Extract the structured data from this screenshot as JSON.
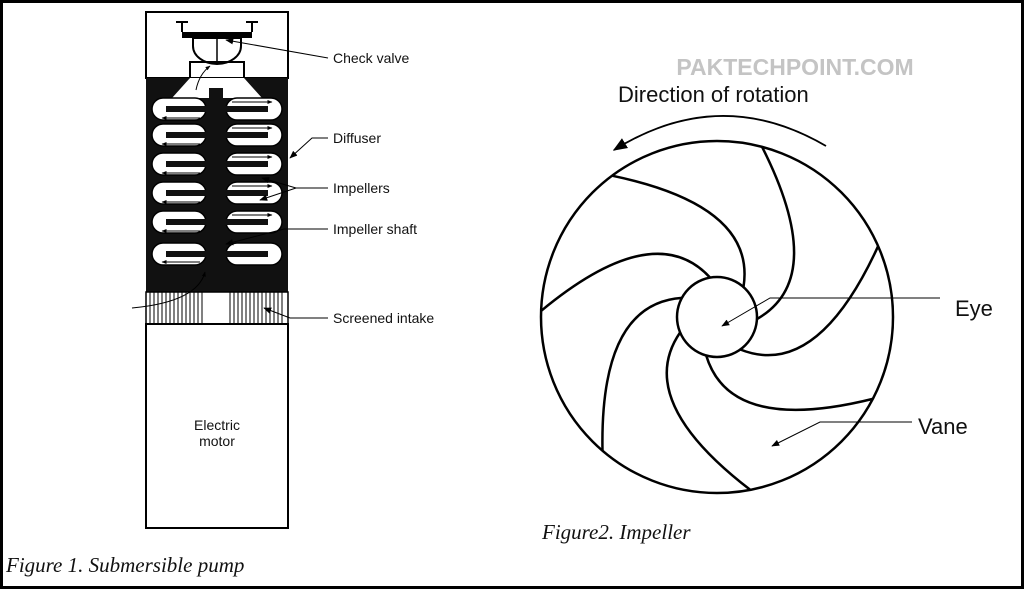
{
  "watermark": "PAKTECHPOINT.COM",
  "figure1": {
    "caption": "Figure 1. Submersible pump",
    "labels": {
      "check_valve": "Check valve",
      "diffuser": "Diffuser",
      "impellers": "Impellers",
      "impeller_shaft": "Impeller shaft",
      "screened_intake": "Screened intake",
      "motor_line1": "Electric",
      "motor_line2": "motor"
    }
  },
  "figure2": {
    "caption": "Figure2. Impeller",
    "labels": {
      "direction": "Direction of rotation",
      "eye": "Eye",
      "vane": "Vane"
    }
  }
}
